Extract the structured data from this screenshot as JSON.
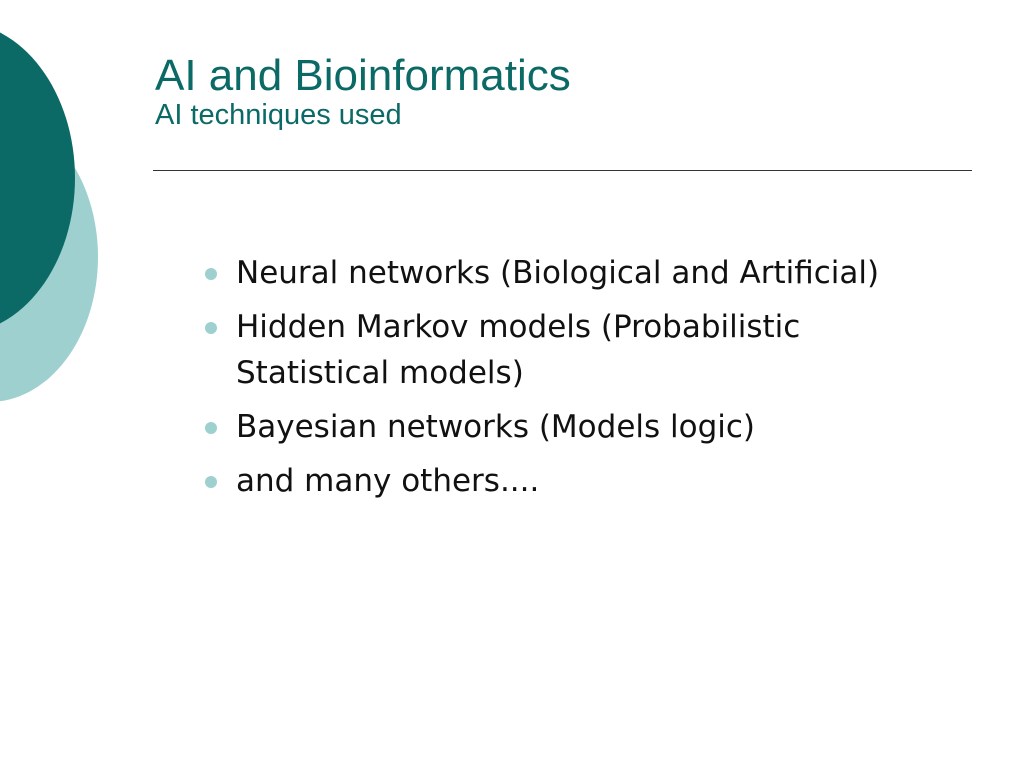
{
  "slide": {
    "title": "AI and Bioinformatics",
    "subtitle": "AI techniques used",
    "bullets": [
      "Neural networks (Biological and Artificial)",
      "Hidden Markov models (Probabilistic Statistical models)",
      "Bayesian networks (Models logic)",
      "and many others...."
    ]
  },
  "colors": {
    "accent_dark": "#0b6a66",
    "accent_light": "#9fd0d0",
    "text": "#111111"
  }
}
